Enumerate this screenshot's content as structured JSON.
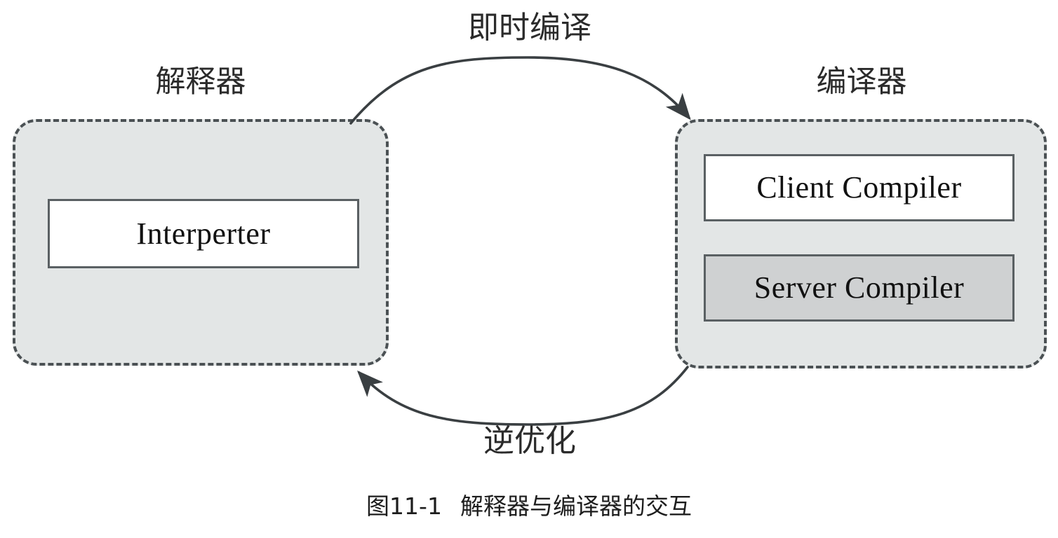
{
  "figure": {
    "caption_number": "图11-1",
    "caption_text": "解释器与编译器的交互"
  },
  "colors": {
    "group_fill": "#e3e6e6",
    "group_border": "#4b5154",
    "inner_border": "#5a6063",
    "white_fill": "#ffffff",
    "gray_fill": "#cfd1d2",
    "arrow_stroke": "#3a3f42",
    "text": "#1a1a1a"
  },
  "groups": [
    {
      "id": "interpreter",
      "title": "解释器",
      "boxes": [
        {
          "label": "Interperter",
          "fill": "white"
        }
      ]
    },
    {
      "id": "compiler",
      "title": "编译器",
      "boxes": [
        {
          "label": "Client Compiler",
          "fill": "white"
        },
        {
          "label": "Server Compiler",
          "fill": "gray"
        }
      ]
    }
  ],
  "arrows": [
    {
      "id": "jit",
      "label": "即时编译",
      "from": "interpreter",
      "to": "compiler",
      "direction": "left-to-right",
      "position": "top"
    },
    {
      "id": "deoptimization",
      "label": "逆优化",
      "from": "compiler",
      "to": "interpreter",
      "direction": "right-to-left",
      "position": "bottom"
    }
  ]
}
